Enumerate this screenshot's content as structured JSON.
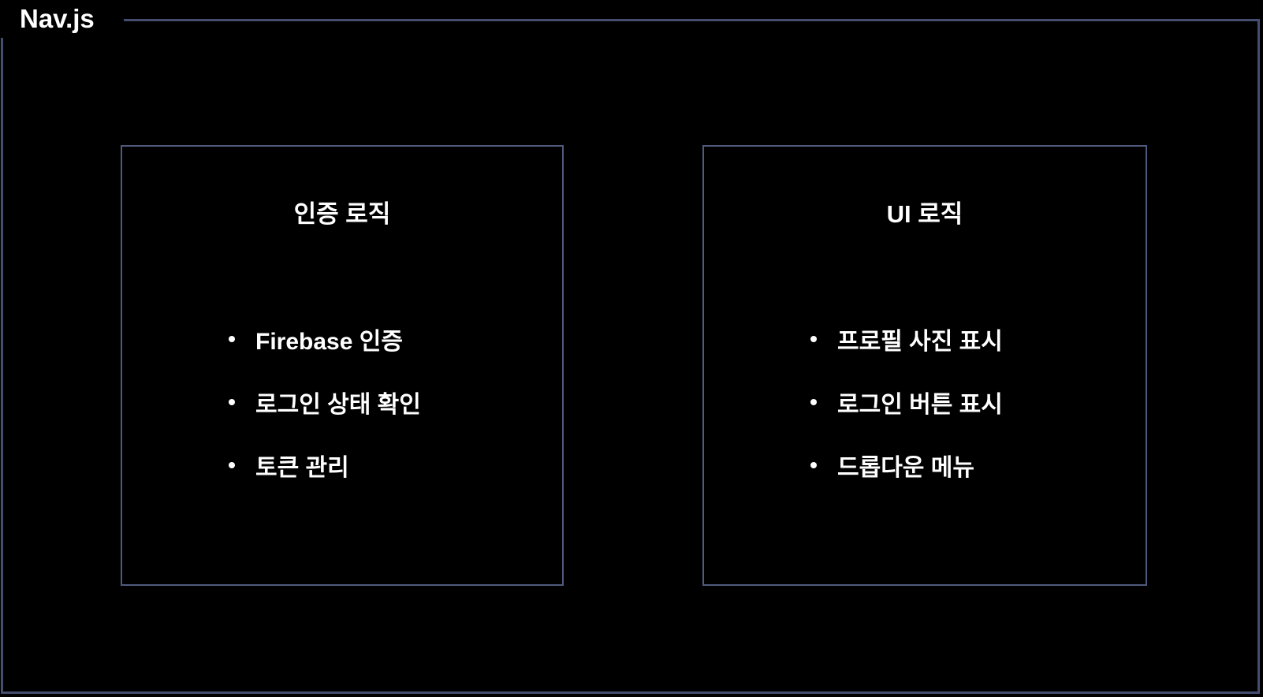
{
  "frame": {
    "title": "Nav.js"
  },
  "boxes": [
    {
      "title": "인증 로직",
      "items": [
        "Firebase 인증",
        "로그인 상태 확인",
        "토큰 관리"
      ]
    },
    {
      "title": "UI 로직",
      "items": [
        "프로필 사진 표시",
        "로그인 버튼 표시",
        "드롭다운 메뉴"
      ]
    }
  ],
  "colors": {
    "background": "#000000",
    "frame_border": "#454e70",
    "box_border": "#505a7e",
    "text": "#ffffff"
  }
}
